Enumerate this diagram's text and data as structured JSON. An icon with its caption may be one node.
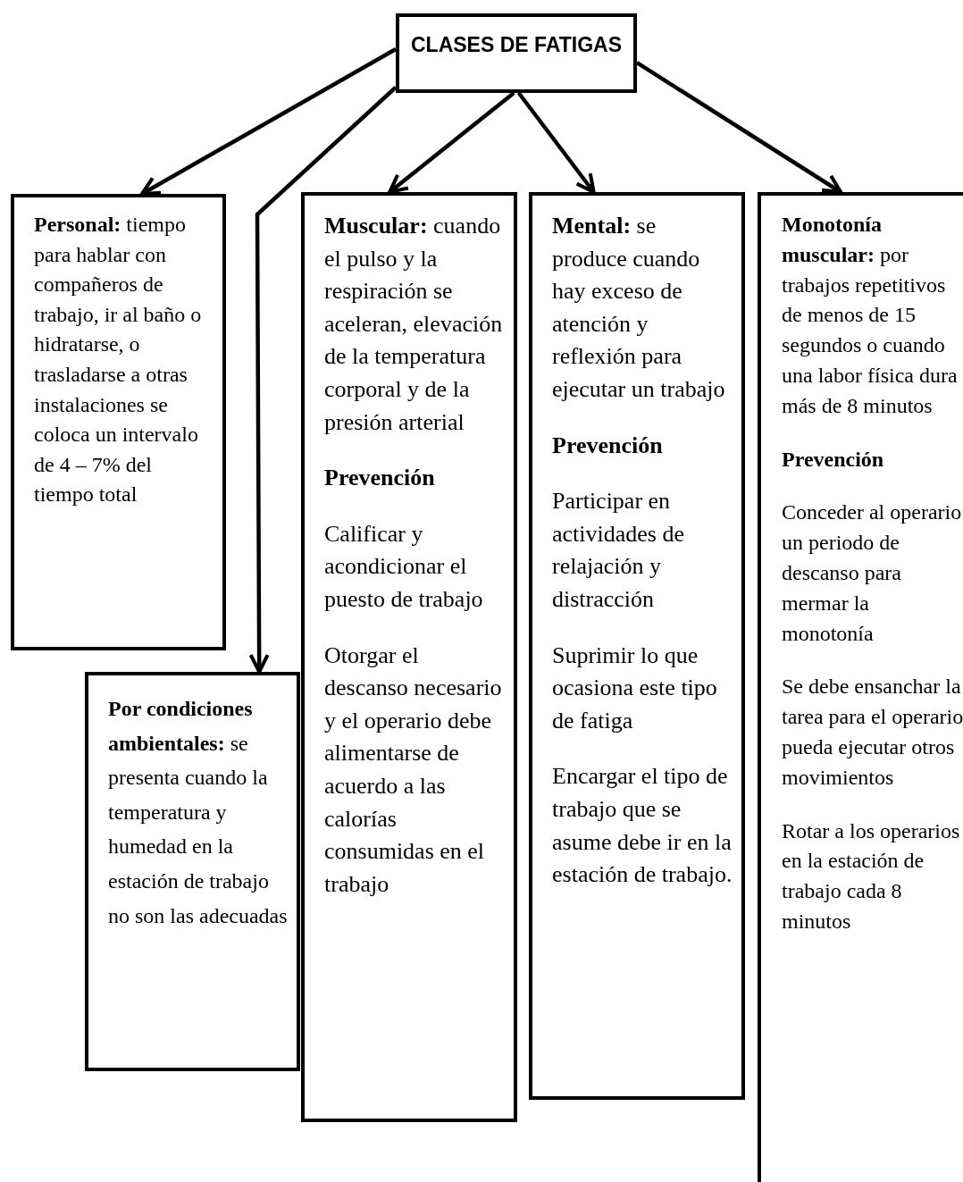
{
  "diagram": {
    "nodes": [
      {
        "text": [
          "CLASES DE FATIGAS"
        ]
      },
      {
        "text": [
          "**Personal:** tiempo para hablar con compañeros de trabajo, ir al baño o hidratarse, o trasladarse a otras instalaciones se coloca un intervalo de 4 – 7% del tiempo total"
        ]
      },
      {
        "text": [
          "**Por condiciones ambientales:** se presenta cuando la temperatura y humedad en la estación de trabajo no son las adecuadas"
        ]
      },
      {
        "text": [
          "**Muscular:** cuando el pulso y la respiración se aceleran, elevación de la temperatura corporal y de la presión arterial",
          "Prevención",
          "Calificar y acondicionar el puesto de trabajo",
          "Otorgar el descanso necesario y el operario debe alimentarse de acuerdo a las calorías consumidas en el trabajo"
        ]
      },
      {
        "text": [
          "**Mental:** se produce cuando hay exceso de atención y reflexión para ejecutar un trabajo",
          "Prevención",
          "Participar en actividades de relajación y distracción",
          "Suprimir lo que ocasiona este tipo de fatiga",
          "Encargar el tipo de trabajo que se asume debe ir en la estación de trabajo."
        ]
      },
      {
        "text": [
          "**Monotonía muscular:** por trabajos repetitivos de menos de 15 segundos o cuando una labor física dura más de 8 minutos",
          "Prevención",
          "Conceder al operario un periodo de descanso para mermar la monotonía",
          "Se debe ensanchar la tarea para el operario pueda ejecutar otros movimientos",
          "Rotar a los operarios en la estación de trabajo cada 8 minutos"
        ]
      }
    ],
    "edges": [
      {
        "from": 0,
        "to": 1,
        "arrow": "to"
      },
      {
        "from": 0,
        "to": 2,
        "arrow": "to"
      },
      {
        "from": 0,
        "to": 3,
        "arrow": "to"
      },
      {
        "from": 0,
        "to": 4,
        "arrow": "to"
      },
      {
        "from": 0,
        "to": 5,
        "arrow": "to"
      }
    ]
  }
}
